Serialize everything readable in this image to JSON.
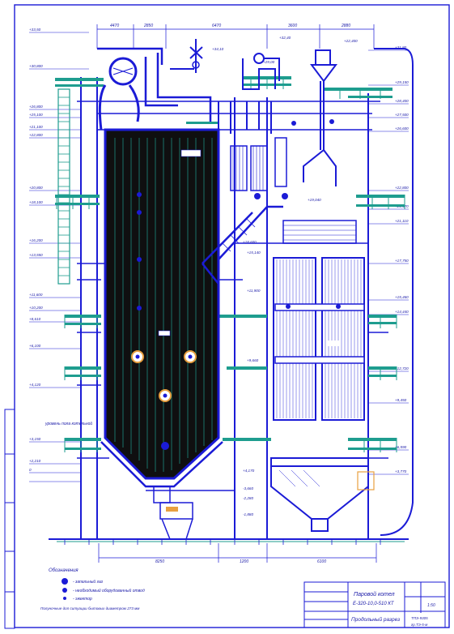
{
  "title_block": {
    "title_line1": "Паровой котел",
    "title_line2": "Е-320-10,0-510 КТ",
    "subtitle": "Продольный разрез",
    "scale": "1:50",
    "code": "ТПЭ-9305",
    "group": "гр.ТЭ-5-м"
  },
  "legend": {
    "heading": "Обозначения",
    "items": [
      {
        "label": "- запальный газ",
        "color": "#1b1bd6"
      },
      {
        "label": "- необходимый оборудованный отвод",
        "color": "#1b1bd6"
      },
      {
        "label": "- эжектор",
        "color": "#1b1bd6"
      }
    ],
    "note": "Полуночные доп ситуации бытовых диаметром 273 мм"
  },
  "top_dims": [
    "4470",
    "2850",
    "6470",
    "3600",
    "2880"
  ],
  "bottom_dims": [
    "8250",
    "1200",
    "6100"
  ],
  "left_elevations": [
    "+33,50",
    "+30,800",
    "+26,800",
    "+25,100",
    "+21,100",
    "+22,800",
    "+20,800",
    "+18,100",
    "+16,200",
    "+13,550",
    "+11,600",
    "+10,200",
    "+8,610",
    "+6,100",
    "+4,120",
    "+3,150",
    "+2,210",
    "0"
  ],
  "right_elevations": [
    "+31,80",
    "+29,150",
    "+28,400",
    "+27,500",
    "+26,600",
    "+22,800",
    "+21,470",
    "+21,110",
    "+17,750",
    "+15,460",
    "+14,440",
    "+12,720",
    "+9,450",
    "+6,590",
    "+3,770"
  ],
  "inner_labels": [
    "+34,10",
    "+32,40",
    "+29,00",
    "+22,400",
    "+19,040",
    "+18,600",
    "+15,140",
    "+11,900",
    "+9,660",
    "+4,170",
    "-3,660",
    "-2,280",
    "-1,880"
  ],
  "level_note": "уровень пола котельной",
  "accent_colors": {
    "line": "#1b1bd6",
    "platform": "#1e9d8f",
    "fill": "#111111",
    "fitting": "#e8a040"
  }
}
